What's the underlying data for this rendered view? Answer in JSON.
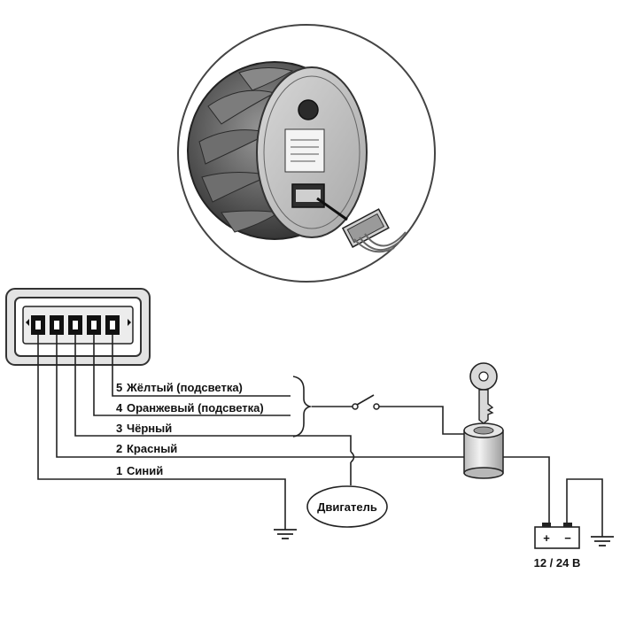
{
  "wires": [
    {
      "num": "5",
      "label": "Жёлтый (подсветка)"
    },
    {
      "num": "4",
      "label": "Оранжевый (подсветка)"
    },
    {
      "num": "3",
      "label": "Чёрный"
    },
    {
      "num": "2",
      "label": "Красный"
    },
    {
      "num": "1",
      "label": "Синий"
    }
  ],
  "engine_label": "Двигатель",
  "battery_label": "12 / 24 В",
  "battery_plus": "+",
  "battery_minus": "−",
  "components": {
    "gauge": "gauge-illustration-icon",
    "connector": "connector-icon",
    "switch": "switch-icon",
    "ignition": "ignition-switch-icon",
    "key": "key-icon",
    "battery": "battery-icon",
    "ground": "ground-icon"
  }
}
